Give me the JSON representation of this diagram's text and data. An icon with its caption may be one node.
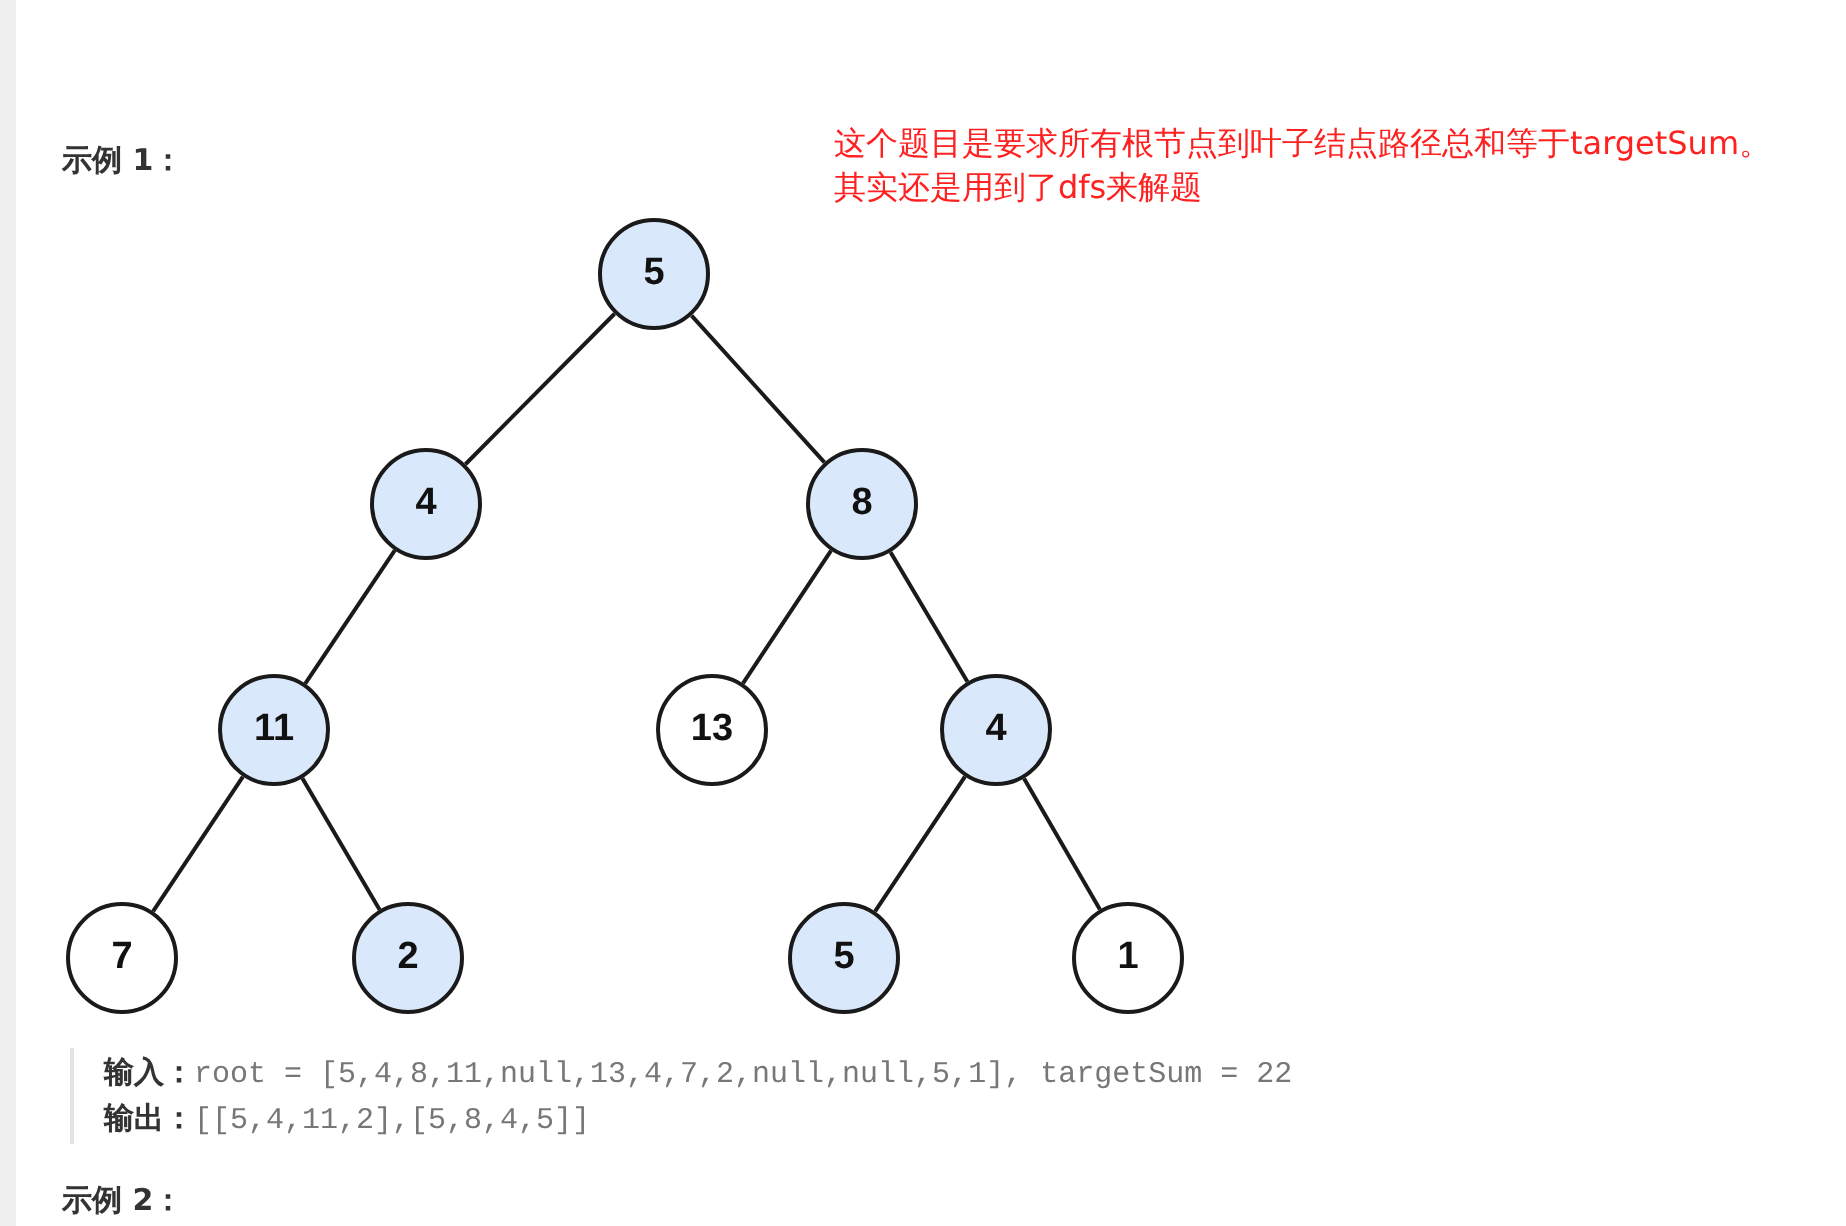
{
  "diagram": {
    "nodes": [
      {
        "text": [
          "5"
        ]
      },
      {
        "text": [
          "4"
        ]
      },
      {
        "text": [
          "8"
        ]
      },
      {
        "text": [
          "11"
        ]
      },
      {
        "text": [
          "13"
        ]
      },
      {
        "text": [
          "4"
        ]
      },
      {
        "text": [
          "7"
        ]
      },
      {
        "text": [
          "2"
        ]
      },
      {
        "text": [
          "5"
        ]
      },
      {
        "text": [
          "1"
        ]
      }
    ],
    "edges": [
      {
        "from": 0,
        "to": 1,
        "arrow": "none"
      },
      {
        "from": 0,
        "to": 2,
        "arrow": "none"
      },
      {
        "from": 1,
        "to": 3,
        "arrow": "none"
      },
      {
        "from": 2,
        "to": 4,
        "arrow": "none"
      },
      {
        "from": 2,
        "to": 5,
        "arrow": "none"
      },
      {
        "from": 3,
        "to": 6,
        "arrow": "none"
      },
      {
        "from": 3,
        "to": 7,
        "arrow": "none"
      },
      {
        "from": 5,
        "to": 8,
        "arrow": "none"
      },
      {
        "from": 5,
        "to": 9,
        "arrow": "none"
      }
    ],
    "labels": [
      "示例 1：",
      "这个题目是要求所有根节点到叶子结点路径总和等于targetSum。",
      "其实还是用到了dfs来解题",
      "**输入：**root = [5,4,8,11,null,13,4,7,2,null,null,5,1], targetSum = 22",
      "**输出：**[[5,4,11,2],[5,8,4,5]]",
      "示例 2："
    ]
  }
}
